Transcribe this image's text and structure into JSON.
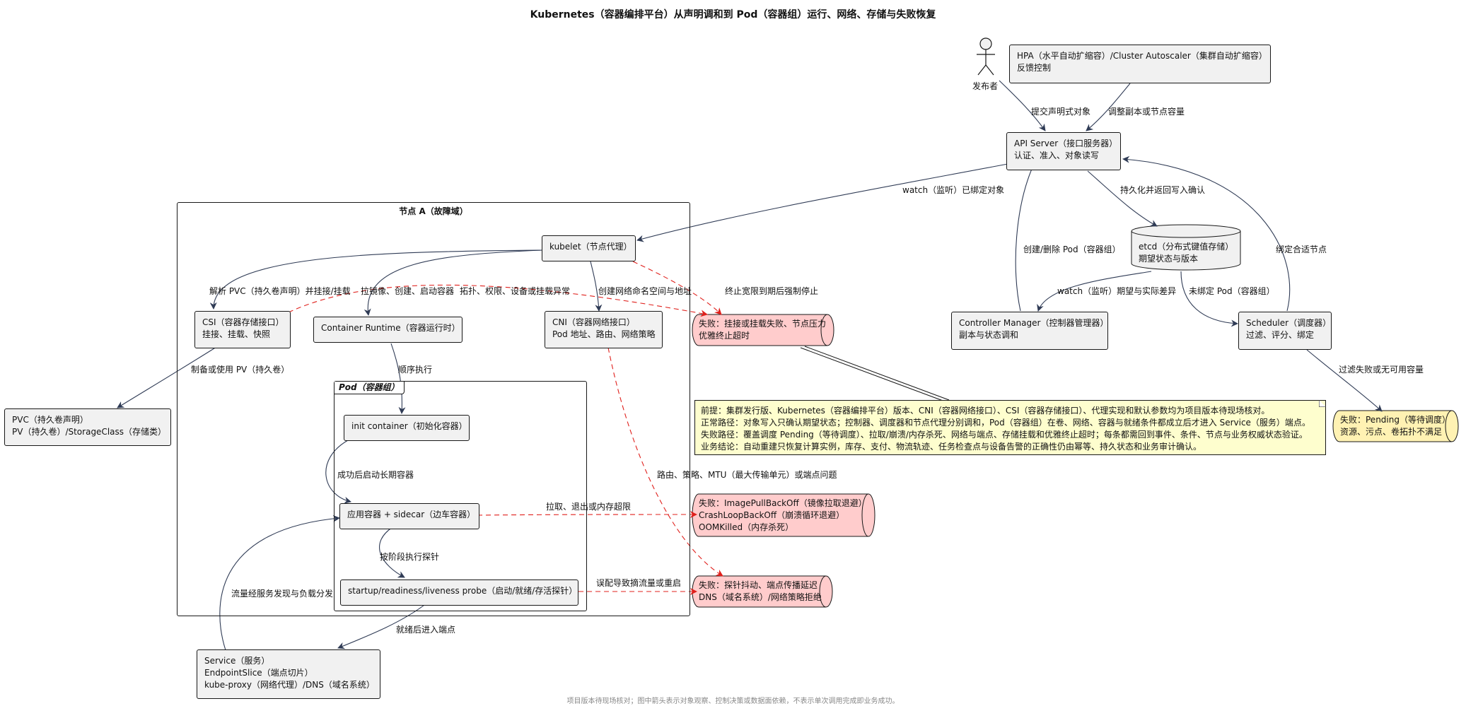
{
  "title": "Kubernetes（容器编排平台）从声明调和到 Pod（容器组）运行、网络、存储与失败恢复",
  "footer": "项目版本待现场核对；图中箭头表示对象观察、控制决策或数据面依赖，不表示单次调用完成即业务成功。",
  "actor": {
    "label": "发布者"
  },
  "nodes": {
    "hpa": {
      "line1": "HPA（水平自动扩缩容）/Cluster Autoscaler（集群自动扩缩容）",
      "line2": "反馈控制"
    },
    "api": {
      "line1": "API Server（接口服务器）",
      "line2": "认证、准入、对象读写"
    },
    "etcd": {
      "line1": "etcd（分布式键值存储）",
      "line2": "期望状态与版本"
    },
    "controller": {
      "line1": "Controller Manager（控制器管理器）",
      "line2": "副本与状态调和"
    },
    "scheduler": {
      "line1": "Scheduler（调度器）",
      "line2": "过滤、评分、绑定"
    },
    "kubelet": {
      "line1": "kubelet（节点代理）"
    },
    "csi": {
      "line1": "CSI（容器存储接口）",
      "line2": "挂接、挂载、快照"
    },
    "runtime": {
      "line1": "Container Runtime（容器运行时）"
    },
    "cni": {
      "line1": "CNI（容器网络接口）",
      "line2": "Pod 地址、路由、网络策略"
    },
    "init": {
      "line1": "init container（初始化容器）"
    },
    "app": {
      "line1": "应用容器 + sidecar（边车容器）"
    },
    "probe": {
      "line1": "startup/readiness/liveness probe（启动/就绪/存活探针）"
    },
    "pvc": {
      "line1": "PVC（持久卷声明）",
      "line2": "PV（持久卷）/StorageClass（存储类）"
    },
    "service": {
      "line1": "Service（服务）",
      "line2": "EndpointSlice（端点切片）",
      "line3": "kube-proxy（网络代理）/DNS（域名系统）"
    }
  },
  "frames": {
    "nodeA": "节点 A（故障域）",
    "pod": "Pod（容器组）"
  },
  "failures": {
    "mount": {
      "line1": "失败：挂接或挂载失败、节点压力",
      "line2": "优雅终止超时"
    },
    "image": {
      "line1": "失败：ImagePullBackOff（镜像拉取退避）",
      "line2": "CrashLoopBackOff（崩溃循环退避）",
      "line3": "OOMKilled（内存杀死）"
    },
    "probe": {
      "line1": "失败：探针抖动、端点传播延迟",
      "line2": "DNS（域名系统）/网络策略拒绝"
    },
    "pending": {
      "line1": "失败：Pending（等待调度）",
      "line2": "资源、污点、卷拓扑不满足"
    }
  },
  "note": {
    "line1": "前提：集群发行版、Kubernetes（容器编排平台）版本、CNI（容器网络接口）、CSI（容器存储接口）、代理实现和默认参数均为项目版本待现场核对。",
    "line2": "正常路径：对象写入只确认期望状态；控制器、调度器和节点代理分别调和，Pod（容器组）在卷、网络、容器与就绪条件都成立后才进入 Service（服务）端点。",
    "line3": "失败路径：覆盖调度 Pending（等待调度）、拉取/崩溃/内存杀死、网络与端点、存储挂载和优雅终止超时；每条都需回到事件、条件、节点与业务权威状态验证。",
    "line4": "业务结论：自动重建只恢复计算实例，库存、支付、物流轨迹、任务检查点与设备告警的正确性仍由幂等、持久状态和业务审计确认。"
  },
  "edges": {
    "submit": "提交声明式对象",
    "adjust": "调整副本或节点容量",
    "watch_bound": "watch（监听）已绑定对象",
    "persist": "持久化并返回写入确认",
    "create_delete": "创建/删除 Pod（容器组）",
    "bind_node": "绑定合适节点",
    "watch_diff": "watch（监听）期望与实际差异",
    "unbound": "未绑定 Pod（容器组）",
    "filter_fail": "过滤失败或无可用容量",
    "resolve_pvc": "解析 PVC（持久卷声明）并挂接/挂载",
    "pull_image": "拉镜像、创建、启动容器",
    "topo_fail": "拓扑、权限、设备或挂载异常",
    "create_ns": "创建网络命名空间与地址",
    "grace_stop": "终止宽限到期后强制停止",
    "provision": "制备或使用 PV（持久卷）",
    "seq_exec": "顺序执行",
    "start_long": "成功后启动长期容器",
    "pull_exit": "拉取、退出或内存超限",
    "route": "路由、策略、MTU（最大传输单元）或端点问题",
    "stage_probe": "按阶段执行探针",
    "misconfig": "误配导致摘流量或重启",
    "ready": "就绪后进入端点",
    "traffic": "流量经服务发现与负载分发"
  },
  "colors": {
    "edge": "#2f3b55",
    "fail_edge": "#e0201c",
    "fail_fill": "#ffcccc",
    "warn_fill": "#fff2b3",
    "note_fill": "#fefece"
  }
}
